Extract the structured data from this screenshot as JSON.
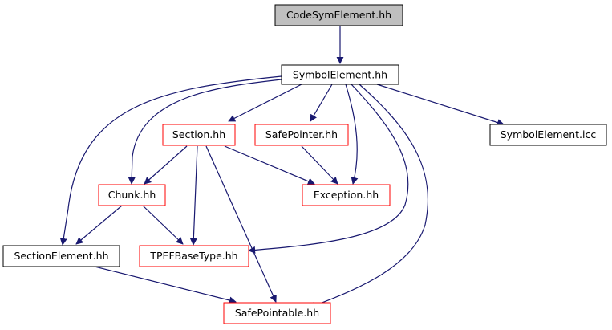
{
  "colors": {
    "edge": "#191970",
    "node_fill": "#ffffff",
    "border_documented": "#000000",
    "border_undocumented": "#ff0000",
    "root_fill": "#bfbfbf",
    "root_border": "#000000"
  },
  "nodes": {
    "codesym": {
      "label": "CodeSymElement.hh",
      "style": "root"
    },
    "symbolelement": {
      "label": "SymbolElement.hh",
      "style": "documented"
    },
    "section": {
      "label": "Section.hh",
      "style": "undocumented"
    },
    "safepointer": {
      "label": "SafePointer.hh",
      "style": "undocumented"
    },
    "symbolicc": {
      "label": "SymbolElement.icc",
      "style": "documented"
    },
    "chunk": {
      "label": "Chunk.hh",
      "style": "undocumented"
    },
    "exception": {
      "label": "Exception.hh",
      "style": "undocumented"
    },
    "sectionelement": {
      "label": "SectionElement.hh",
      "style": "documented"
    },
    "tpef": {
      "label": "TPEFBaseType.hh",
      "style": "undocumented"
    },
    "safepointable": {
      "label": "SafePointable.hh",
      "style": "undocumented"
    }
  },
  "edges": [
    {
      "from": "codesym",
      "to": "symbolelement"
    },
    {
      "from": "symbolelement",
      "to": "section"
    },
    {
      "from": "symbolelement",
      "to": "safepointer"
    },
    {
      "from": "symbolelement",
      "to": "symbolicc"
    },
    {
      "from": "symbolelement",
      "to": "chunk"
    },
    {
      "from": "symbolelement",
      "to": "sectionelement"
    },
    {
      "from": "symbolelement",
      "to": "exception"
    },
    {
      "from": "symbolelement",
      "to": "tpef"
    },
    {
      "from": "symbolelement",
      "to": "safepointable"
    },
    {
      "from": "section",
      "to": "chunk"
    },
    {
      "from": "section",
      "to": "exception"
    },
    {
      "from": "section",
      "to": "tpef"
    },
    {
      "from": "section",
      "to": "safepointable"
    },
    {
      "from": "safepointer",
      "to": "exception"
    },
    {
      "from": "chunk",
      "to": "sectionelement"
    },
    {
      "from": "chunk",
      "to": "tpef"
    },
    {
      "from": "sectionelement",
      "to": "safepointable"
    }
  ]
}
